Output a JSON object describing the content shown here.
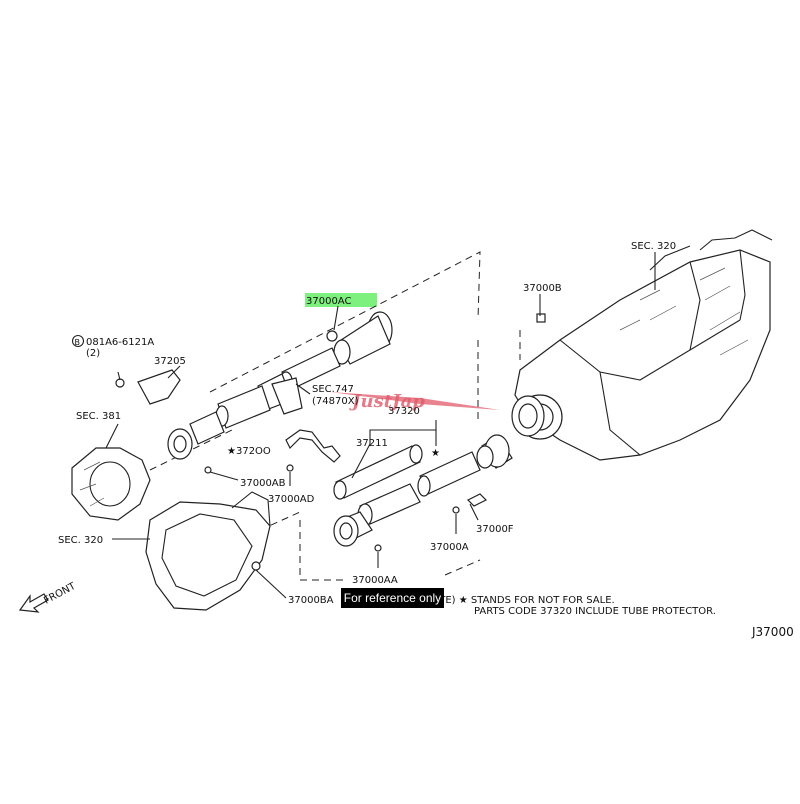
{
  "highlight_color": "#7df07d",
  "watermark_color": "#e05a6a",
  "labels": {
    "part_37000ac": "37000AC",
    "part_37000b": "37000B",
    "sec_320_top": "SEC. 320",
    "bolt_code": "081A6-6121A",
    "bolt_circled_letter": "B",
    "bolt_qty": "(2)",
    "part_37205": "37205",
    "sec_747": "SEC.747",
    "sec_747_sub": "(74870X)",
    "part_37320": "37320",
    "sec_381": "SEC. 381",
    "part_37200": "★372OO",
    "part_37211": "37211",
    "part_37000ab": "37000AB",
    "part_37000ad": "37000AD",
    "part_37000f": "37000F",
    "part_37000a": "37000A",
    "sec_320_bottom": "SEC. 320",
    "part_37000aa": "37000AA",
    "part_37000ba": "37000BA",
    "note_line1": "(NOTE) ★ STANDS FOR NOT FOR SALE.",
    "note_line2": "PARTS CODE 37320 INCLUDE TUBE PROTECTOR.",
    "diagram_code": "J37000",
    "front_label": "FRONT",
    "star_marker": "★",
    "watermark_text": "JustJap"
  },
  "overlay": {
    "reference_label": "For reference only"
  }
}
